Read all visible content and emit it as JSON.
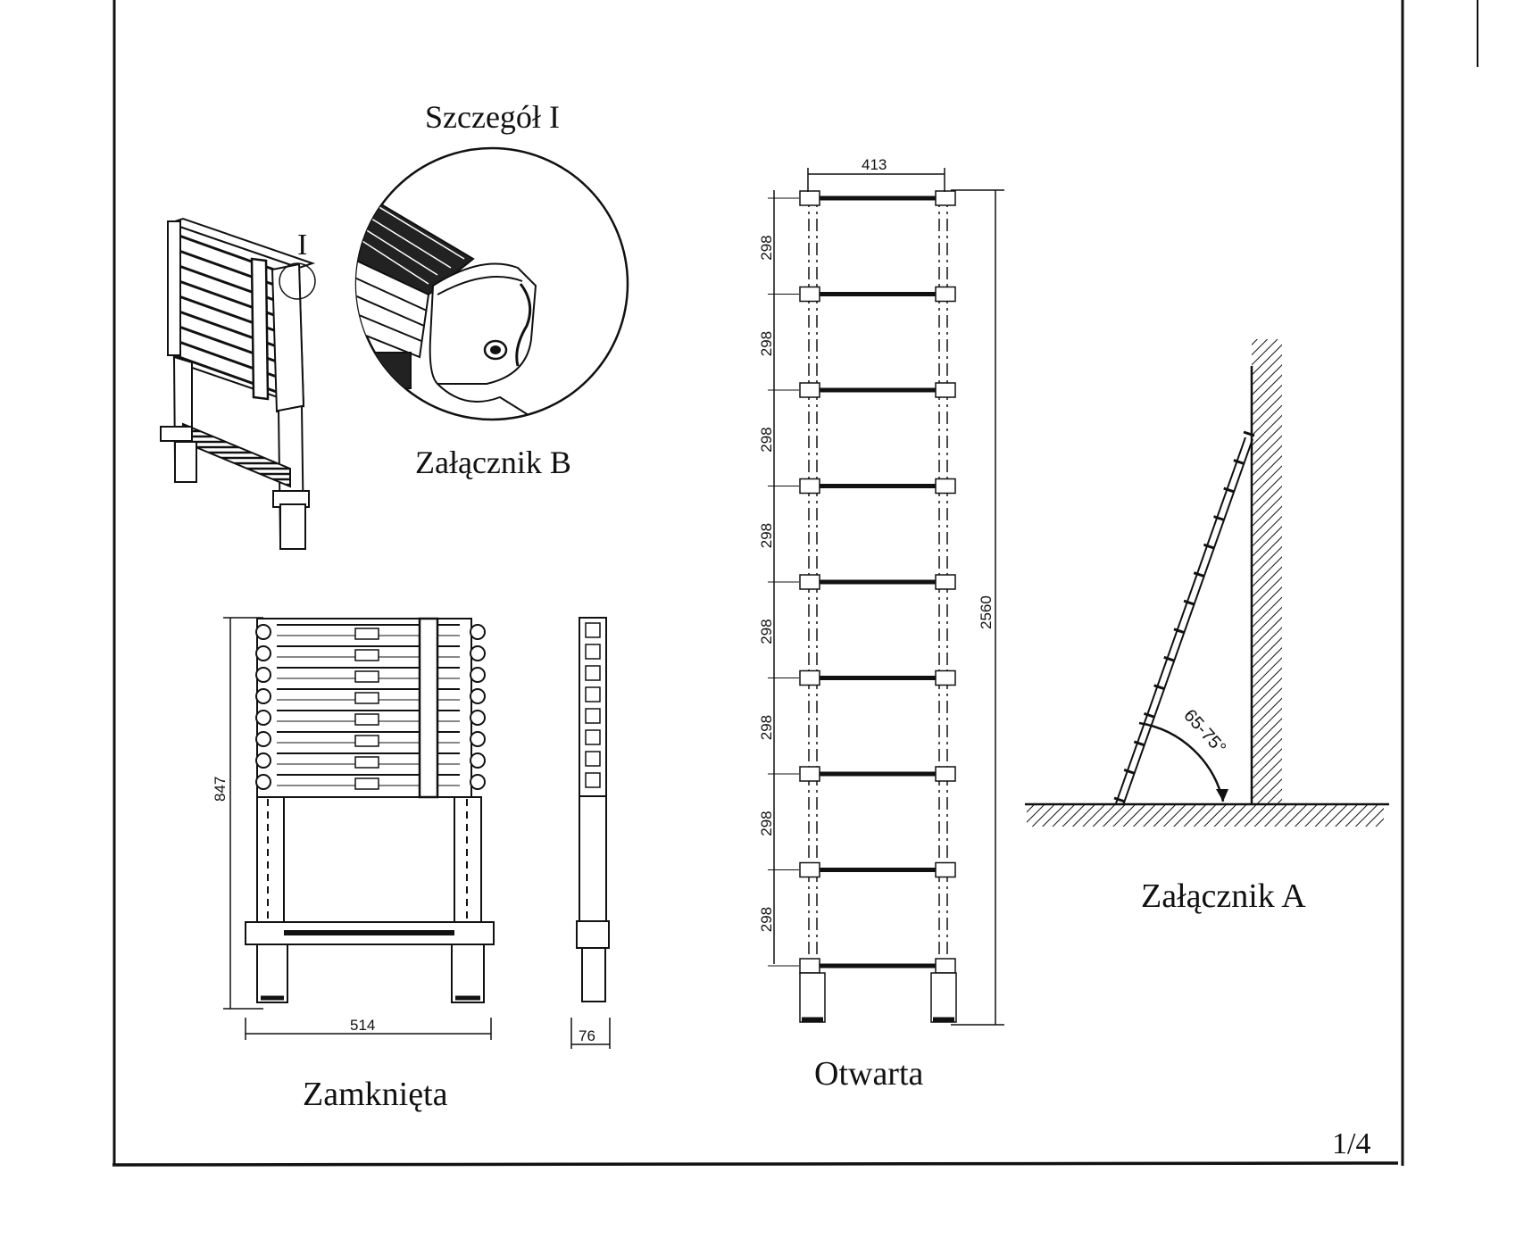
{
  "labels": {
    "detail_title": "Szczegół I",
    "detail_marker": "I",
    "attachment_b": "Załącznik B",
    "attachment_a": "Załącznik A",
    "closed": "Zamknięta",
    "open": "Otwarta",
    "page_number": "1/4",
    "angle": "65-75°"
  },
  "closed_dimensions": {
    "height": "847",
    "width": "514",
    "depth": "76"
  },
  "open_dimensions": {
    "width": "413",
    "total_height": "2560",
    "rung_spacing": [
      "298",
      "298",
      "298",
      "298",
      "298",
      "298",
      "298",
      "298"
    ]
  },
  "colors": {
    "ink": "#111111",
    "paper": "#ffffff"
  }
}
